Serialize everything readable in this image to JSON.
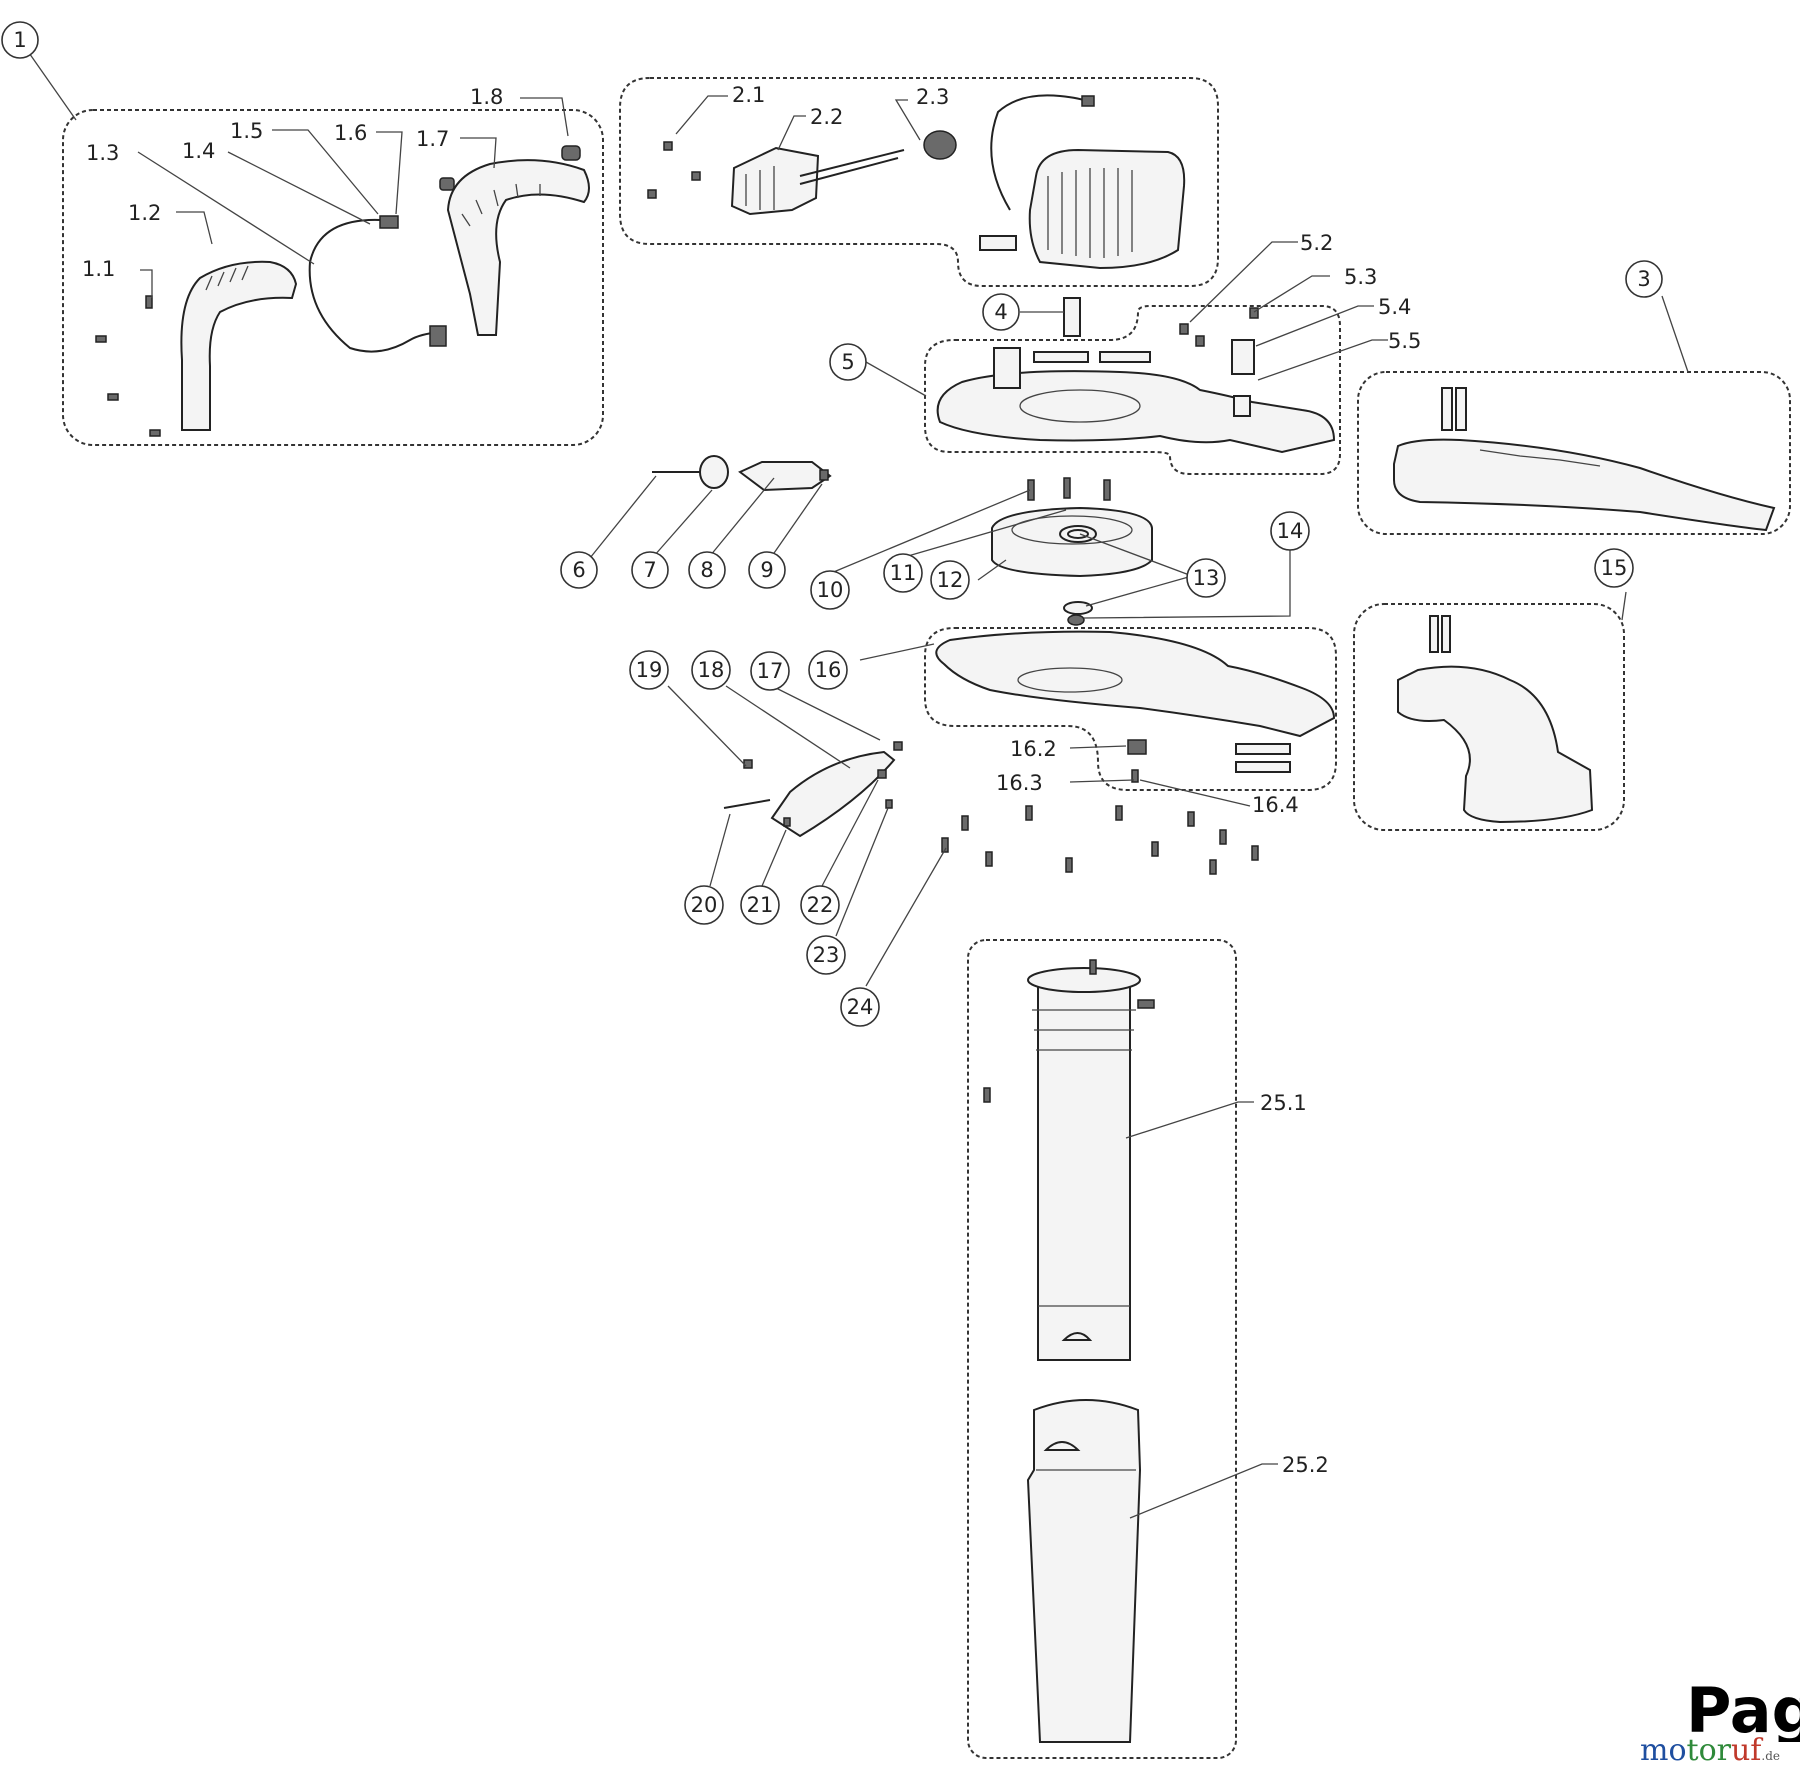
{
  "callouts": {
    "c1": "1",
    "c1_1": "1.1",
    "c1_2": "1.2",
    "c1_3": "1.3",
    "c1_4": "1.4",
    "c1_5": "1.5",
    "c1_6": "1.6",
    "c1_7": "1.7",
    "c1_8": "1.8",
    "c2_1": "2.1",
    "c2_2": "2.2",
    "c2_3": "2.3",
    "c3": "3",
    "c4": "4",
    "c5": "5",
    "c5_2": "5.2",
    "c5_3": "5.3",
    "c5_4": "5.4",
    "c5_5": "5.5",
    "c6": "6",
    "c7": "7",
    "c8": "8",
    "c9": "9",
    "c10": "10",
    "c11": "11",
    "c12": "12",
    "c13": "13",
    "c14": "14",
    "c15": "15",
    "c16": "16",
    "c16_2": "16.2",
    "c16_3": "16.3",
    "c16_4": "16.4",
    "c17": "17",
    "c18": "18",
    "c19": "19",
    "c20": "20",
    "c21": "21",
    "c22": "22",
    "c23": "23",
    "c24": "24",
    "c25_1": "25.1",
    "c25_2": "25.2"
  },
  "page_label": "Pag",
  "watermark": {
    "part1": "mo",
    "part2": "tor",
    "part3": "uf",
    "tld": ".de"
  }
}
